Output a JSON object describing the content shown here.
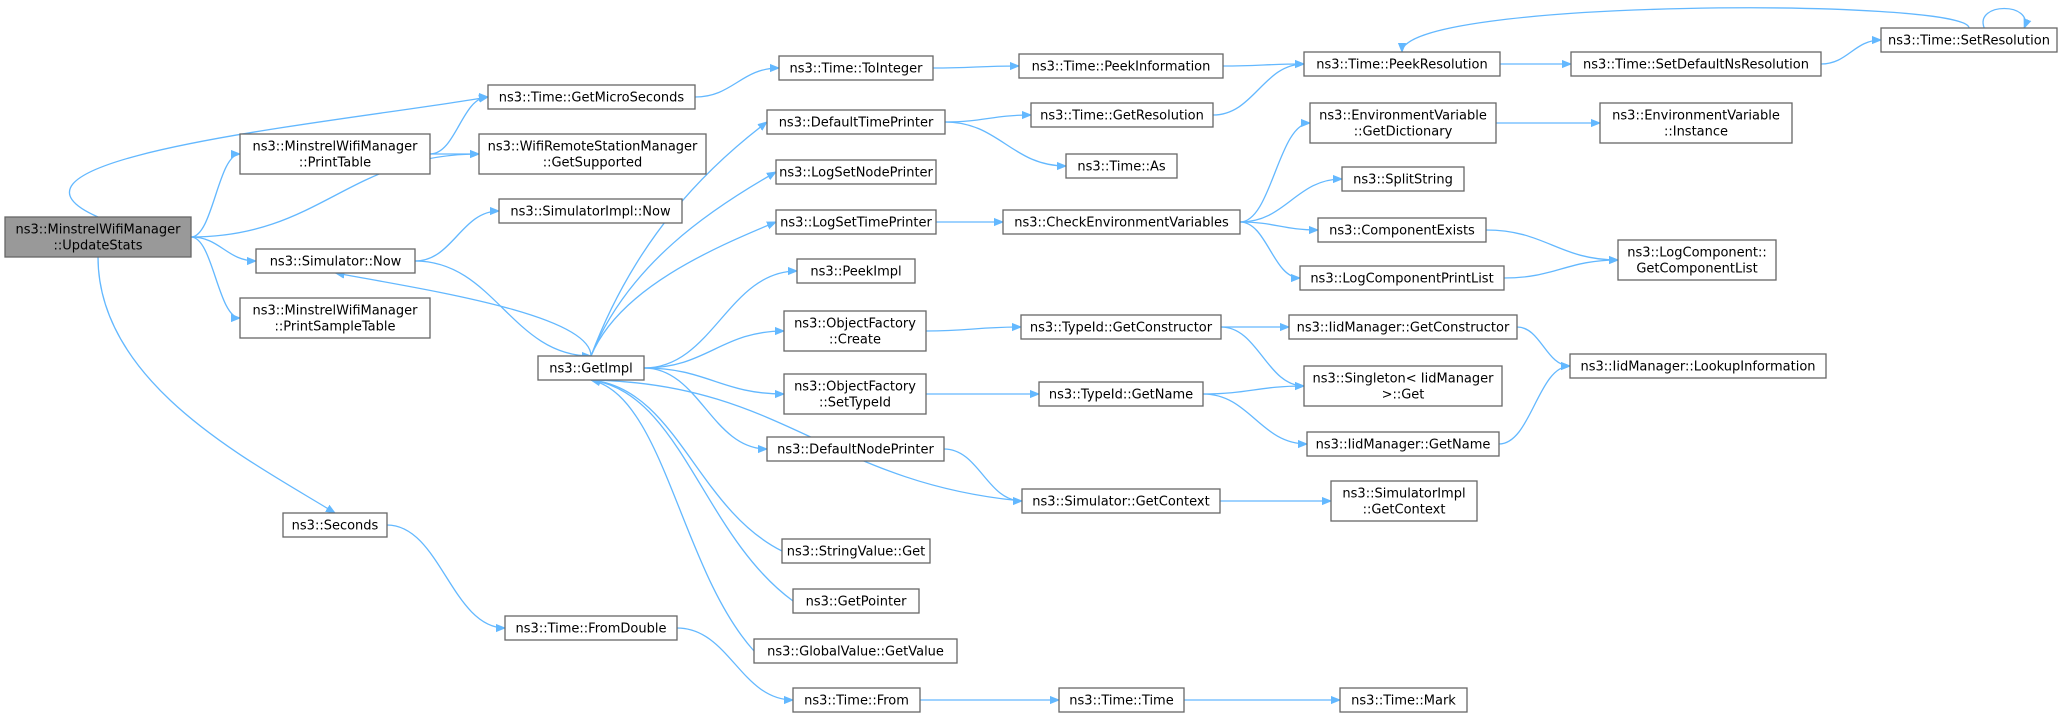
{
  "colors": {
    "edge": "#63b8ff",
    "node_border": "#666666",
    "root_fill": "#999999",
    "node_fill": "#ffffff"
  },
  "nodes": {
    "root": [
      "ns3::MinstrelWifiManager",
      "::UpdateStats"
    ],
    "getMicroSeconds": [
      "ns3::Time::GetMicroSeconds"
    ],
    "printTable": [
      "ns3::MinstrelWifiManager",
      "::PrintTable"
    ],
    "getSupported": [
      "ns3::WifiRemoteStationManager",
      "::GetSupported"
    ],
    "simImplNow": [
      "ns3::SimulatorImpl::Now"
    ],
    "simNow": [
      "ns3::Simulator::Now"
    ],
    "printSampleTable": [
      "ns3::MinstrelWifiManager",
      "::PrintSampleTable"
    ],
    "seconds": [
      "ns3::Seconds"
    ],
    "getImpl": [
      "ns3::GetImpl"
    ],
    "fromDouble": [
      "ns3::Time::FromDouble"
    ],
    "toInteger": [
      "ns3::Time::ToInteger"
    ],
    "defaultTimePrinter": [
      "ns3::DefaultTimePrinter"
    ],
    "logSetNodePrinter": [
      "ns3::LogSetNodePrinter"
    ],
    "logSetTimePrinter": [
      "ns3::LogSetTimePrinter"
    ],
    "peekImpl": [
      "ns3::PeekImpl"
    ],
    "ofCreate": [
      "ns3::ObjectFactory",
      "::Create"
    ],
    "ofSetTypeId": [
      "ns3::ObjectFactory",
      "::SetTypeId"
    ],
    "defaultNodePrinter": [
      "ns3::DefaultNodePrinter"
    ],
    "stringValueGet": [
      "ns3::StringValue::Get"
    ],
    "getPointer": [
      "ns3::GetPointer"
    ],
    "globalValueGetValue": [
      "ns3::GlobalValue::GetValue"
    ],
    "timeFrom": [
      "ns3::Time::From"
    ],
    "peekInformation": [
      "ns3::Time::PeekInformation"
    ],
    "getResolution": [
      "ns3::Time::GetResolution"
    ],
    "timeAs": [
      "ns3::Time::As"
    ],
    "checkEnv": [
      "ns3::CheckEnvironmentVariables"
    ],
    "typeIdGetConstructor": [
      "ns3::TypeId::GetConstructor"
    ],
    "typeIdGetName": [
      "ns3::TypeId::GetName"
    ],
    "simGetContext": [
      "ns3::Simulator::GetContext"
    ],
    "timeTime": [
      "ns3::Time::Time"
    ],
    "peekResolution": [
      "ns3::Time::PeekResolution"
    ],
    "envGetDictionary": [
      "ns3::EnvironmentVariable",
      "::GetDictionary"
    ],
    "splitString": [
      "ns3::SplitString"
    ],
    "componentExists": [
      "ns3::ComponentExists"
    ],
    "logComponentPrintList": [
      "ns3::LogComponentPrintList"
    ],
    "iidGetConstructor": [
      "ns3::IidManager::GetConstructor"
    ],
    "singletonGet": [
      "ns3::Singleton< IidManager",
      ">::Get"
    ],
    "iidGetName": [
      "ns3::IidManager::GetName"
    ],
    "simImplGetContext": [
      "ns3::SimulatorImpl",
      "::GetContext"
    ],
    "timeMark": [
      "ns3::Time::Mark"
    ],
    "setDefaultNsResolution": [
      "ns3::Time::SetDefaultNsResolution"
    ],
    "setResolution": [
      "ns3::Time::SetResolution"
    ],
    "envInstance": [
      "ns3::EnvironmentVariable",
      "::Instance"
    ],
    "getComponentList": [
      "ns3::LogComponent::",
      "GetComponentList"
    ],
    "lookupInformation": [
      "ns3::IidManager::LookupInformation"
    ]
  },
  "edges": [
    [
      "root",
      "getMicroSeconds"
    ],
    [
      "root",
      "printTable"
    ],
    [
      "root",
      "getSupported"
    ],
    [
      "root",
      "simNow"
    ],
    [
      "root",
      "printSampleTable"
    ],
    [
      "root",
      "seconds"
    ],
    [
      "printTable",
      "getMicroSeconds"
    ],
    [
      "printTable",
      "getSupported"
    ],
    [
      "getMicroSeconds",
      "toInteger"
    ],
    [
      "toInteger",
      "peekInformation"
    ],
    [
      "peekInformation",
      "peekResolution"
    ],
    [
      "peekResolution",
      "setDefaultNsResolution"
    ],
    [
      "setDefaultNsResolution",
      "setResolution"
    ],
    [
      "setResolution",
      "peekResolution"
    ],
    [
      "setResolution",
      "setResolution"
    ],
    [
      "simNow",
      "simImplNow"
    ],
    [
      "simNow",
      "getImpl"
    ],
    [
      "getImpl",
      "simNow"
    ],
    [
      "seconds",
      "fromDouble"
    ],
    [
      "fromDouble",
      "timeFrom"
    ],
    [
      "timeFrom",
      "timeTime"
    ],
    [
      "timeTime",
      "timeMark"
    ],
    [
      "getImpl",
      "defaultTimePrinter"
    ],
    [
      "getImpl",
      "logSetNodePrinter"
    ],
    [
      "getImpl",
      "logSetTimePrinter"
    ],
    [
      "getImpl",
      "peekImpl"
    ],
    [
      "getImpl",
      "ofCreate"
    ],
    [
      "getImpl",
      "ofSetTypeId"
    ],
    [
      "getImpl",
      "defaultNodePrinter"
    ],
    [
      "stringValueGet",
      "getImpl"
    ],
    [
      "getPointer",
      "getImpl"
    ],
    [
      "globalValueGetValue",
      "getImpl"
    ],
    [
      "simGetContext",
      "getImpl"
    ],
    [
      "defaultTimePrinter",
      "getResolution"
    ],
    [
      "defaultTimePrinter",
      "timeAs"
    ],
    [
      "getResolution",
      "peekResolution"
    ],
    [
      "logSetTimePrinter",
      "checkEnv"
    ],
    [
      "checkEnv",
      "envGetDictionary"
    ],
    [
      "checkEnv",
      "splitString"
    ],
    [
      "checkEnv",
      "componentExists"
    ],
    [
      "checkEnv",
      "logComponentPrintList"
    ],
    [
      "envGetDictionary",
      "envInstance"
    ],
    [
      "componentExists",
      "getComponentList"
    ],
    [
      "logComponentPrintList",
      "getComponentList"
    ],
    [
      "ofCreate",
      "typeIdGetConstructor"
    ],
    [
      "typeIdGetConstructor",
      "iidGetConstructor"
    ],
    [
      "typeIdGetConstructor",
      "singletonGet"
    ],
    [
      "iidGetConstructor",
      "lookupInformation"
    ],
    [
      "ofSetTypeId",
      "typeIdGetName"
    ],
    [
      "typeIdGetName",
      "singletonGet"
    ],
    [
      "typeIdGetName",
      "iidGetName"
    ],
    [
      "iidGetName",
      "lookupInformation"
    ],
    [
      "defaultNodePrinter",
      "simGetContext"
    ],
    [
      "simGetContext",
      "simImplGetContext"
    ]
  ]
}
